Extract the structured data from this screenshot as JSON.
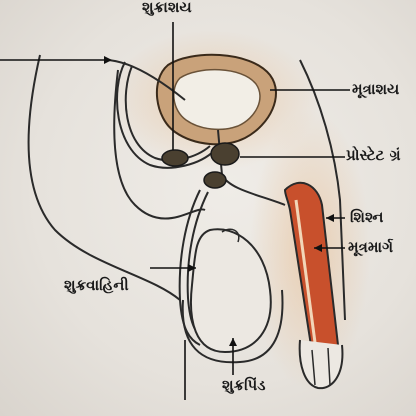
{
  "labels": {
    "seminal_vesicle": "શુક્રાશય",
    "urinary_bladder": "મૂત્રાશય",
    "prostate_gland": "પ્રોસ્ટેટ ગ્રં",
    "penis": "શિશ્ન",
    "urethra": "મૂત્રમાર્ગ",
    "vas_deferens": "શુક્રવાહિની",
    "testis": "શુક્રપિંડ"
  },
  "colors": {
    "background": "#e9e6e1",
    "outline": "#2a2a2a",
    "bladder_wall": "#c9a27a",
    "bladder_inner": "#f2eee6",
    "penis_fill": "#c8502c",
    "gland_fill": "#4a4030"
  }
}
